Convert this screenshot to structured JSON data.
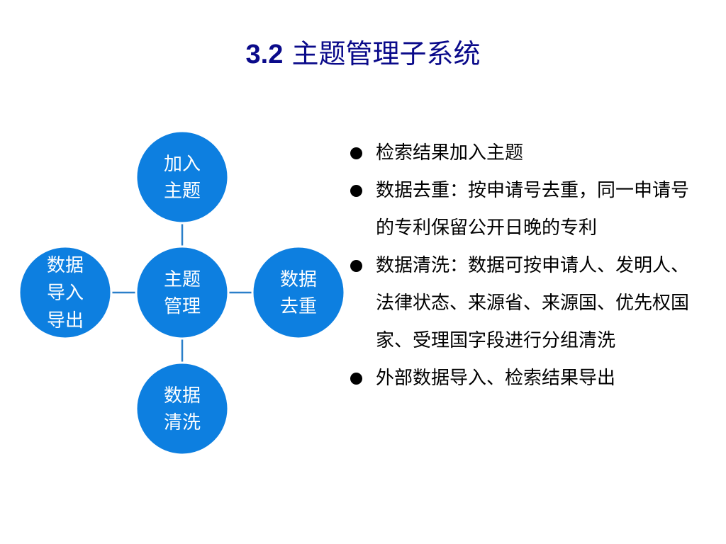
{
  "slide": {
    "title_number": "3.2",
    "title_text": "主题管理子系统"
  },
  "diagram": {
    "colors": {
      "node_fill": "#0d7fe0",
      "node_stroke": "#ffffff",
      "connector": "#2a7fc9",
      "node_text": "#ffffff"
    },
    "nodes": {
      "center": [
        "主题",
        "管理"
      ],
      "top": [
        "加入",
        "主题"
      ],
      "right": [
        "数据",
        "去重"
      ],
      "bottom": [
        "数据",
        "清洗"
      ],
      "left": [
        "数据",
        "导入",
        "导出"
      ]
    }
  },
  "bullets": [
    "检索结果加入主题",
    "数据去重：按申请号去重，同一申请号的专利保留公开日晚的专利",
    "数据清洗：数据可按申请人、发明人、法律状态、来源省、来源国、优先权国家、受理国字段进行分组清洗",
    "外部数据导入、检索结果导出"
  ]
}
